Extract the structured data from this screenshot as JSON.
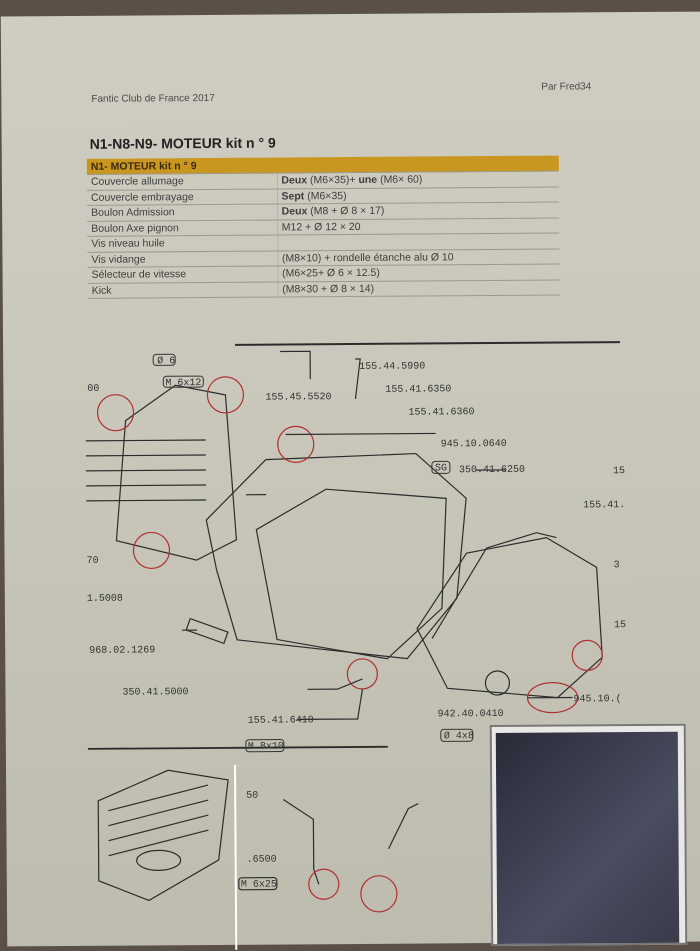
{
  "header": {
    "left": "Fantic  Club de France 2017",
    "right": "Par Fred34"
  },
  "title": "N1-N8-N9- MOTEUR kit n ° 9",
  "table": {
    "heading": "N1- MOTEUR kit n ° 9",
    "rows": [
      {
        "part": "Couvercle allumage",
        "bold": "Deux",
        "spec": " (M6×35)+ ",
        "bold2": "une",
        "spec2": " (M6× 60)"
      },
      {
        "part": "Couvercle embrayage",
        "bold": "Sept",
        "spec": " (M6×35)",
        "bold2": "",
        "spec2": ""
      },
      {
        "part": "Boulon Admission",
        "bold": "Deux",
        "spec": " (M8 + Ø 8 × 17)",
        "bold2": "",
        "spec2": ""
      },
      {
        "part": "Boulon Axe pignon",
        "bold": "",
        "spec": "M12 + Ø 12 × 20",
        "bold2": "",
        "spec2": ""
      },
      {
        "part": "Vis niveau huile",
        "bold": "",
        "spec": "",
        "bold2": "",
        "spec2": ""
      },
      {
        "part": "Vis vidange",
        "bold": "",
        "spec": "(M8×10) + rondelle étanche alu Ø 10",
        "bold2": "",
        "spec2": ""
      },
      {
        "part": "Sélecteur de vitesse",
        "bold": "",
        "spec": "(M6×25+ Ø 6 × 12.5)",
        "bold2": "",
        "spec2": ""
      },
      {
        "part": "Kick",
        "bold": "",
        "spec": "(M8×30 + Ø 8 × 14)",
        "bold2": "",
        "spec2": ""
      }
    ]
  },
  "diagram_labels": {
    "l1": "Ø 6",
    "l2": "M 6x12",
    "l3": "155.45.5520",
    "l4": "155.44.5990",
    "l5": "155.41.6350",
    "l6": "155.41.6360",
    "l7": "945.10.0640",
    "l8": "SG",
    "l9": "350.41.6250",
    "l10": "155.41.",
    "l11": "968.02.1269",
    "l12": "350.41.5000",
    "l13": "155.41.6410",
    "l14": "M 8x10",
    "l15": "942.40.0410",
    "l16": "Ø 4x8",
    "l17": "945.10.(",
    "l18": "1.5008",
    "l19": "70",
    "l20": "00",
    "l21": "15",
    "l22": "3",
    "l23": "15",
    "l24": "50",
    "l25": ".6500",
    "l26": "M 6x25"
  }
}
